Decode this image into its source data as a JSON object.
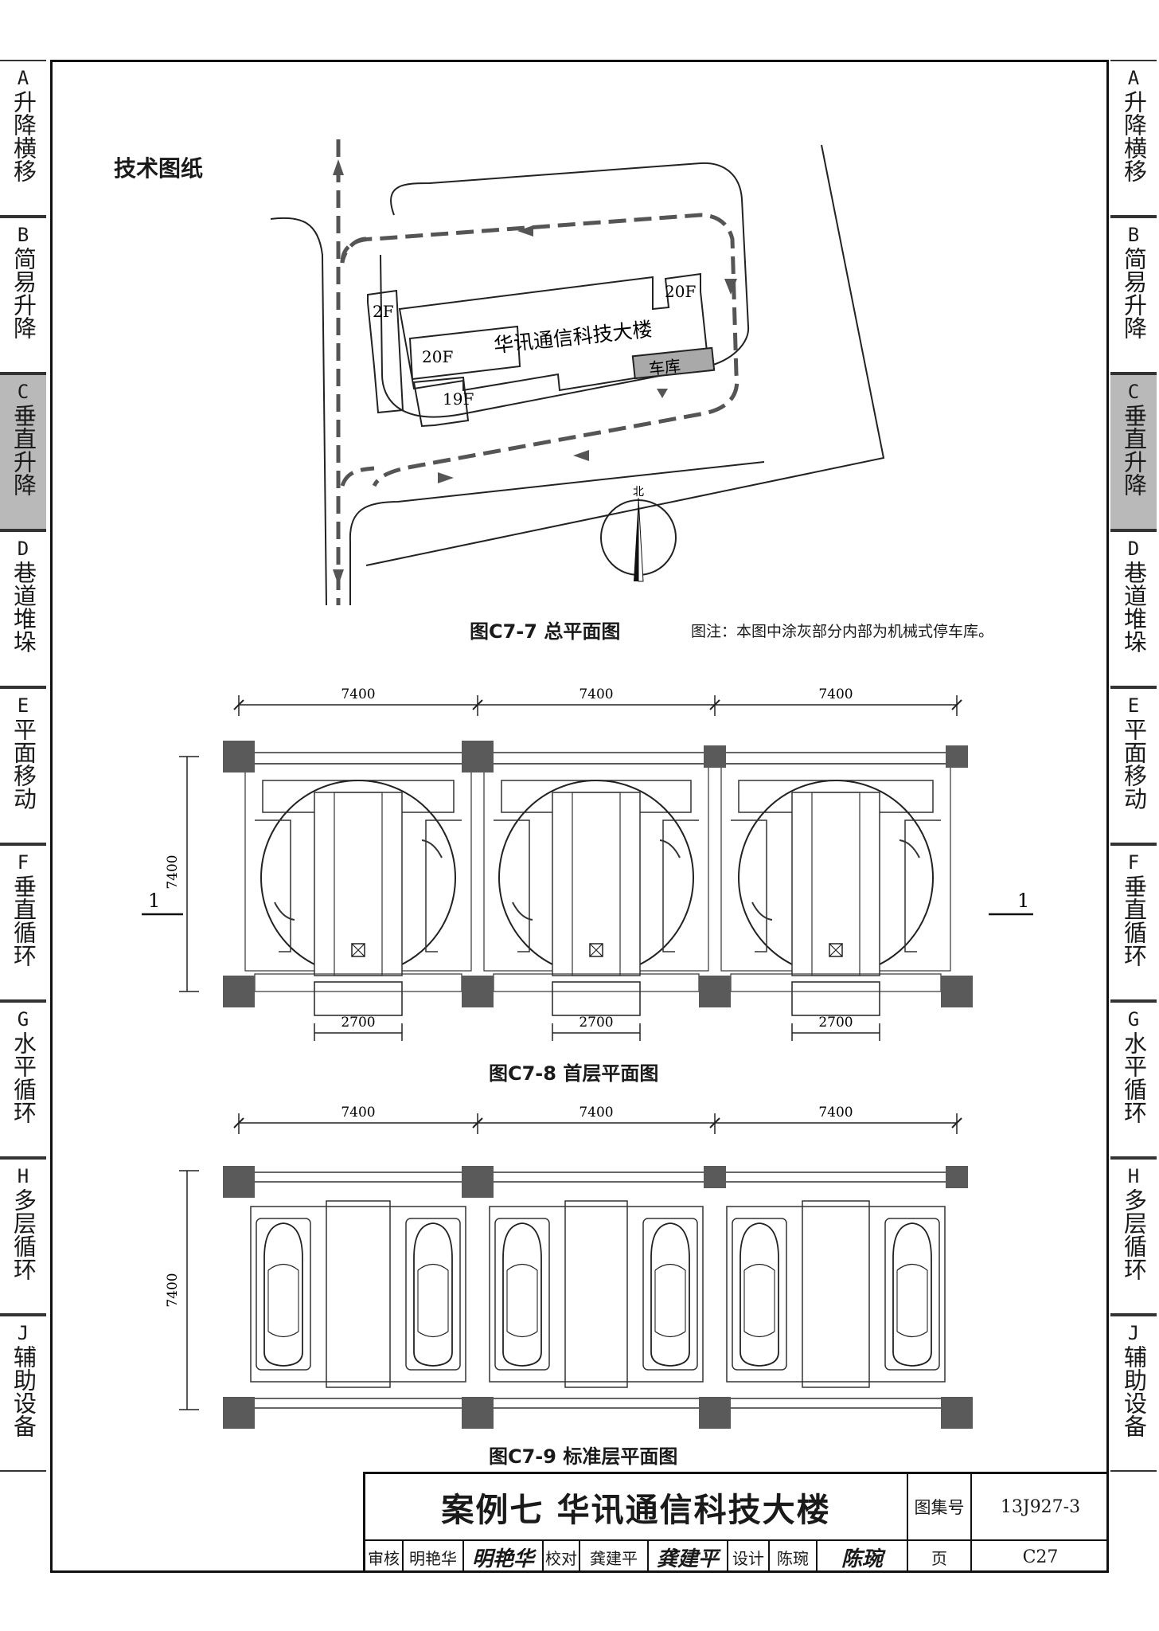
{
  "sidebar": {
    "tabs": [
      {
        "letter": "A",
        "name": "升降横移",
        "active": false
      },
      {
        "letter": "B",
        "name": "简易升降",
        "active": false
      },
      {
        "letter": "C",
        "name": "垂直升降",
        "active": true
      },
      {
        "letter": "D",
        "name": "巷道堆垛",
        "active": false
      },
      {
        "letter": "E",
        "name": "平面移动",
        "active": false
      },
      {
        "letter": "F",
        "name": "垂直循环",
        "active": false
      },
      {
        "letter": "G",
        "name": "水平循环",
        "active": false
      },
      {
        "letter": "H",
        "name": "多层循环",
        "active": false
      },
      {
        "letter": "J",
        "name": "辅助设备",
        "active": false
      }
    ],
    "active_color": "#b9b9b9"
  },
  "section_title": "技术图纸",
  "site_plan": {
    "building_name": "华讯通信科技大楼",
    "floor_labels": [
      "2F",
      "20F",
      "20F",
      "19F"
    ],
    "garage_label": "车库",
    "north_label": "北",
    "caption": "图C7-7 总平面图",
    "note": "图注：本图中涂灰部分内部为机械式停车库。"
  },
  "ground_floor_plan": {
    "top_dimensions": [
      "7400",
      "7400",
      "7400"
    ],
    "side_dimension": "7400",
    "door_dimensions": [
      "2700",
      "2700",
      "2700"
    ],
    "section_marks": [
      "1",
      "1"
    ],
    "caption": "图C7-8 首层平面图"
  },
  "standard_floor_plan": {
    "top_dimensions": [
      "7400",
      "7400",
      "7400"
    ],
    "side_dimension": "7400",
    "caption": "图C7-9 标准层平面图"
  },
  "title_block": {
    "title": "案例七 华讯通信科技大楼",
    "atlas_label": "图集号",
    "atlas_number": "13J927-3",
    "page_label": "页",
    "page_number": "C27",
    "review_label": "审核",
    "reviewer": "明艳华",
    "reviewer_signature": "明艳华",
    "check_label": "校对",
    "checker": "龚建平",
    "checker_signature": "龚建平",
    "design_label": "设计",
    "designer": "陈琬",
    "designer_signature": "陈琬"
  }
}
